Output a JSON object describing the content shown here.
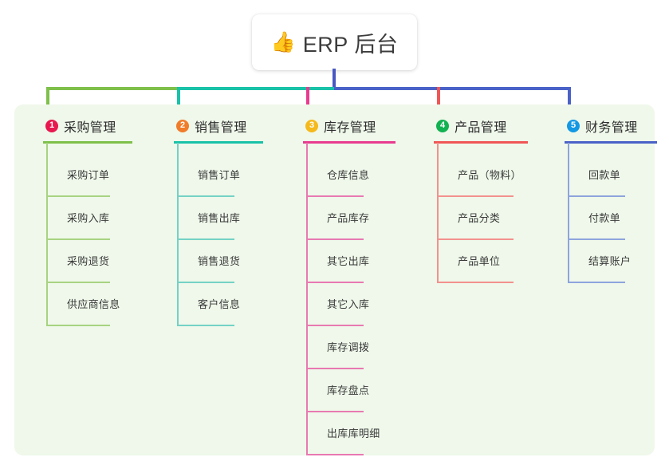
{
  "diagram": {
    "type": "mind-map",
    "title": "ERP 后台",
    "background": "#ffffff",
    "panel_color": "#eff8ea",
    "root": {
      "icon": "thumbs-up-icon",
      "emoji": "👍",
      "label": "ERP 后台",
      "stem_color": "#4857c4"
    },
    "trunk": {
      "segments": [
        {
          "color": "#7ec04a"
        },
        {
          "color": "#19c2a8"
        },
        {
          "color": "#5b62d0"
        },
        {
          "color": "#5b62d0"
        }
      ]
    },
    "branches": [
      {
        "index": "1",
        "label": "采购管理",
        "badge_color": "#e8174e",
        "line_color": "#7ec04a",
        "leaf_line_color": "#a8d382",
        "drop_color": "#7ec04a",
        "items": [
          "采购订单",
          "采购入库",
          "采购退货",
          "供应商信息"
        ]
      },
      {
        "index": "2",
        "label": "销售管理",
        "badge_color": "#f07c2a",
        "line_color": "#19c2a8",
        "leaf_line_color": "#74d2c5",
        "drop_color": "#19c2a8",
        "items": [
          "销售订单",
          "销售出库",
          "销售退货",
          "客户信息"
        ]
      },
      {
        "index": "3",
        "label": "库存管理",
        "badge_color": "#f5b91c",
        "line_color": "#e83b8f",
        "leaf_line_color": "#e879b2",
        "drop_color": "#e83b8f",
        "items": [
          "仓库信息",
          "产品库存",
          "其它出库",
          "其它入库",
          "库存调拨",
          "库存盘点",
          "出库库明细"
        ]
      },
      {
        "index": "4",
        "label": "产品管理",
        "badge_color": "#12b152",
        "line_color": "#f05656",
        "leaf_line_color": "#f3918f",
        "drop_color": "#f05656",
        "items": [
          "产品（物料）",
          "产品分类",
          "产品单位"
        ]
      },
      {
        "index": "5",
        "label": "财务管理",
        "badge_color": "#1398e4",
        "line_color": "#4a62c8",
        "leaf_line_color": "#8ea4dd",
        "drop_color": "#4a62c8",
        "items": [
          "回款单",
          "付款单",
          "结算账户"
        ]
      }
    ]
  }
}
